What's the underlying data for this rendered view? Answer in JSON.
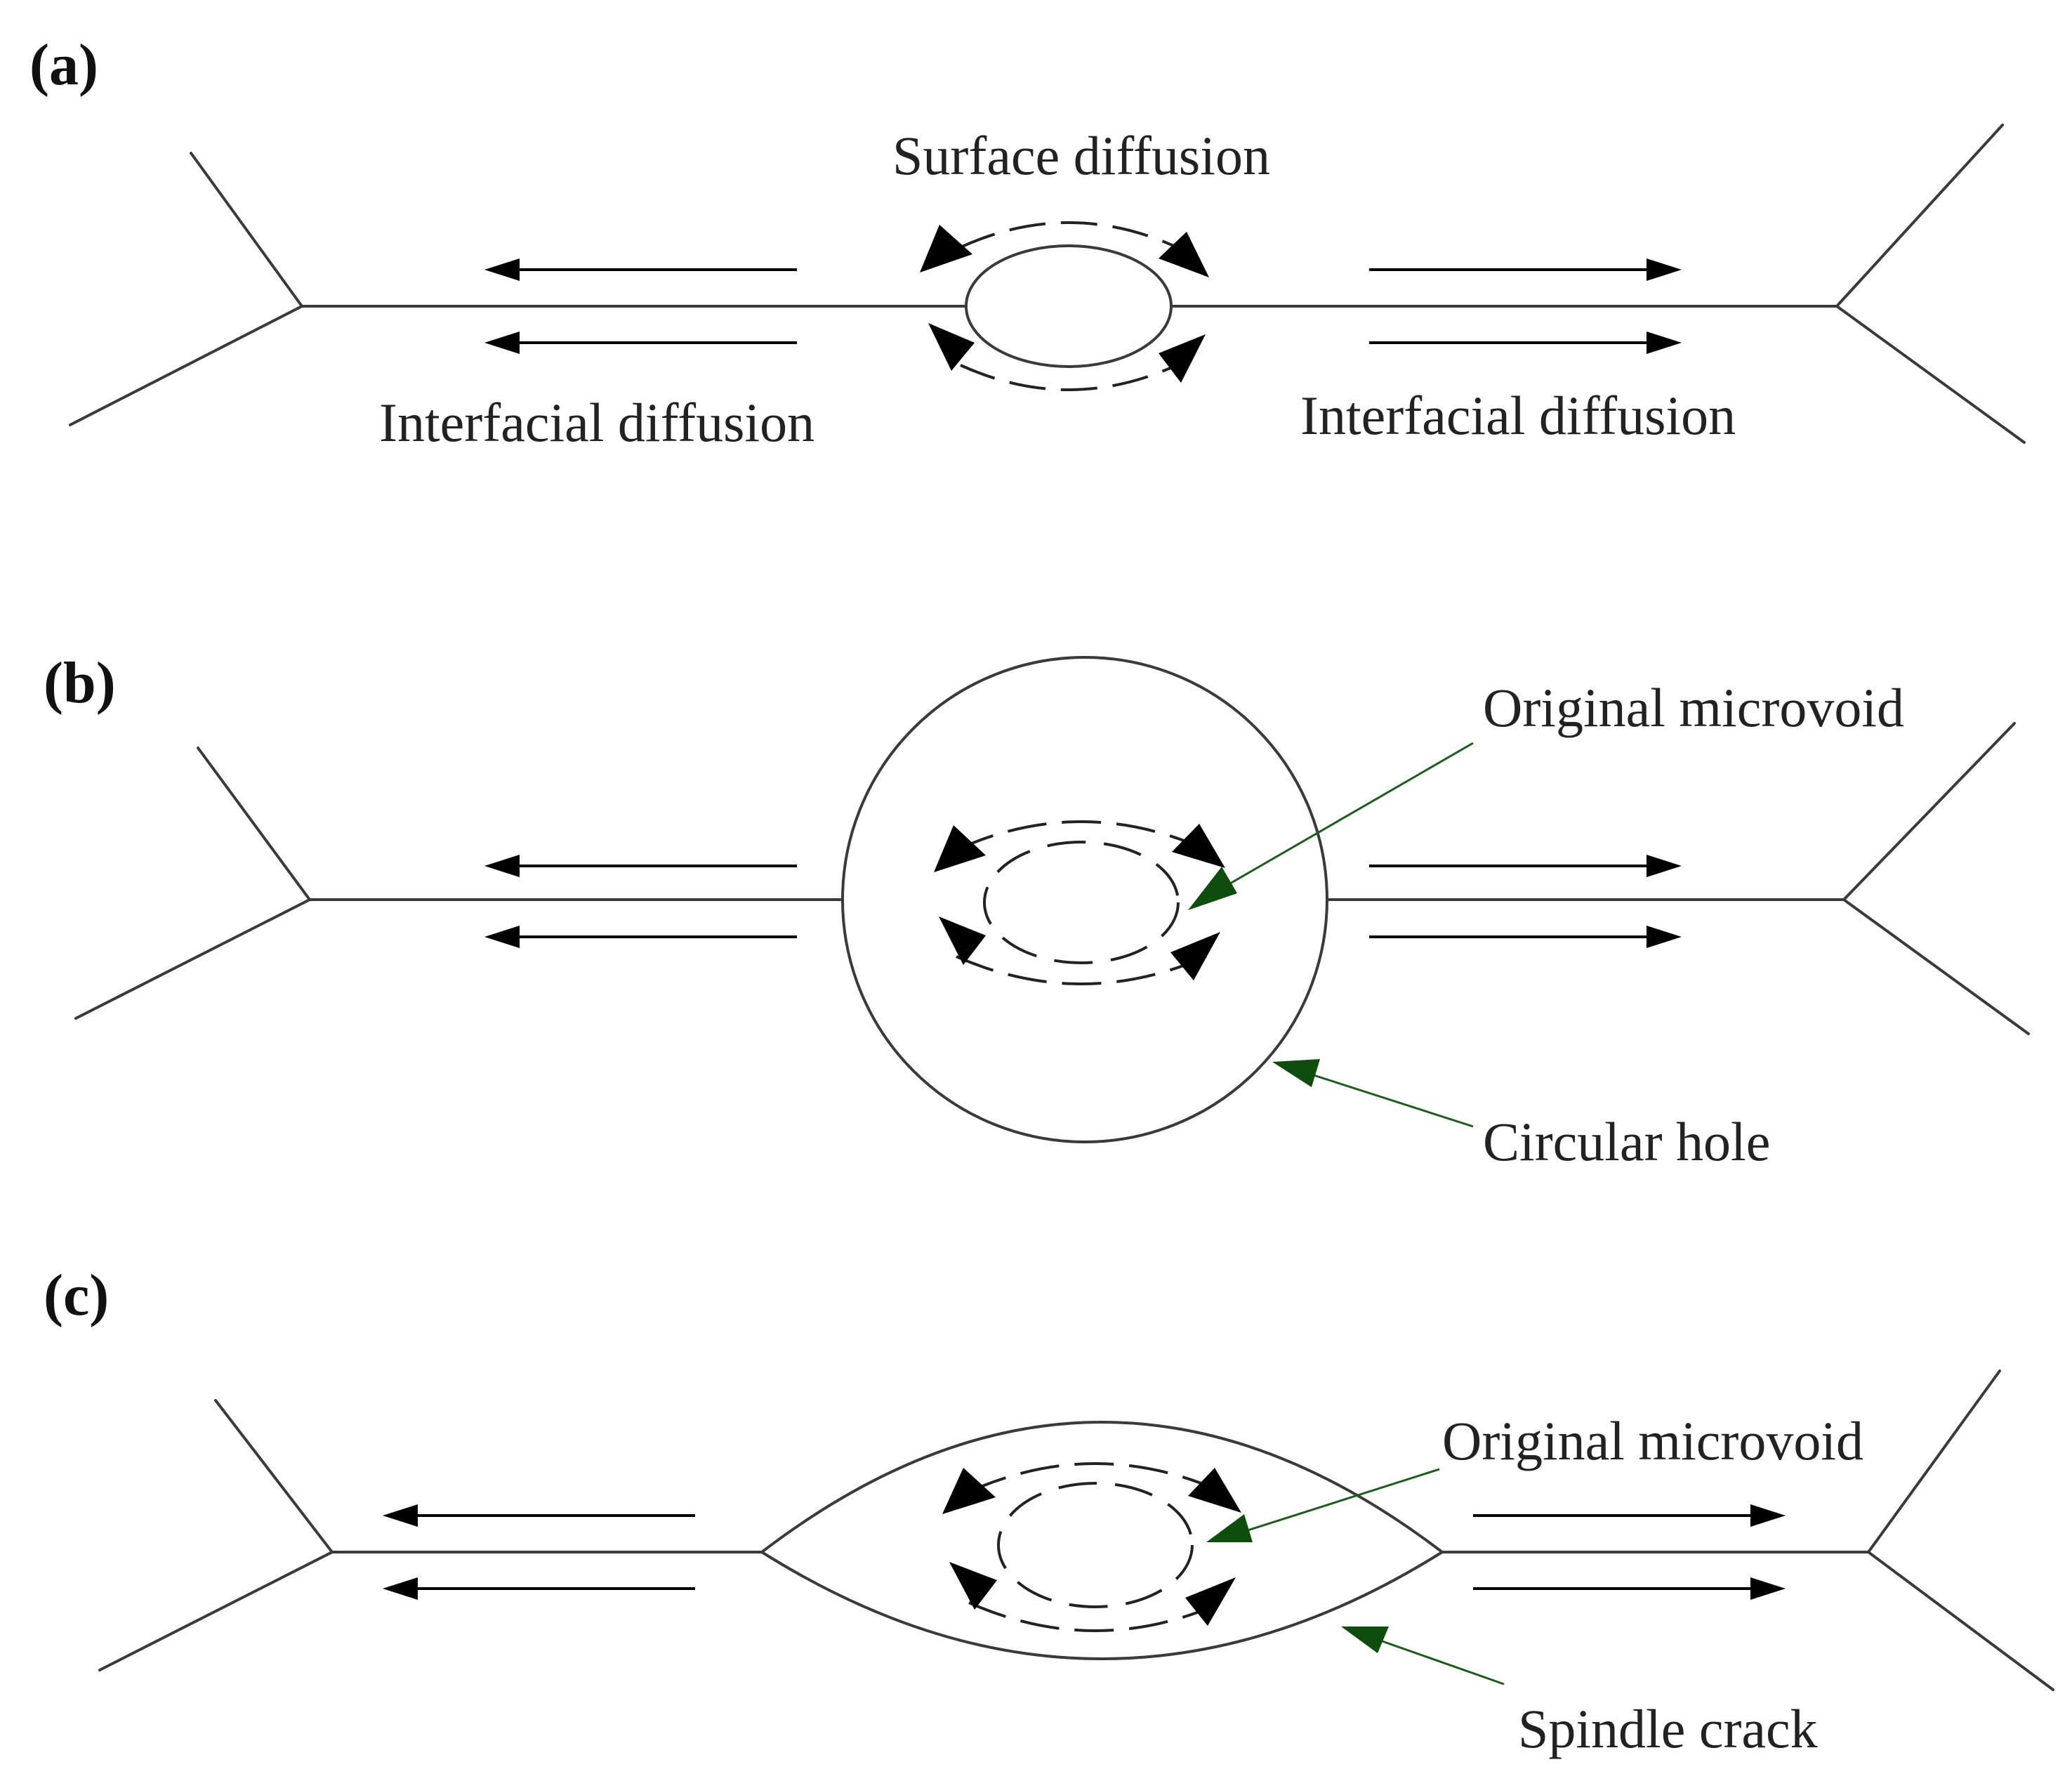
{
  "panels": [
    {
      "tag": "(a)",
      "labels": {
        "top": "Surface diffusion",
        "left": "Interfacial diffusion",
        "right": "Interfacial diffusion"
      }
    },
    {
      "tag": "(b)",
      "labels": {
        "void": "Original microvoid",
        "hole": "Circular hole"
      }
    },
    {
      "tag": "(c)",
      "labels": {
        "void": "Original microvoid",
        "crack": "Spindle crack"
      }
    }
  ],
  "colors": {
    "line": "#3a3a3a",
    "arrow": "#000000",
    "leader": "#1f5a1f"
  }
}
